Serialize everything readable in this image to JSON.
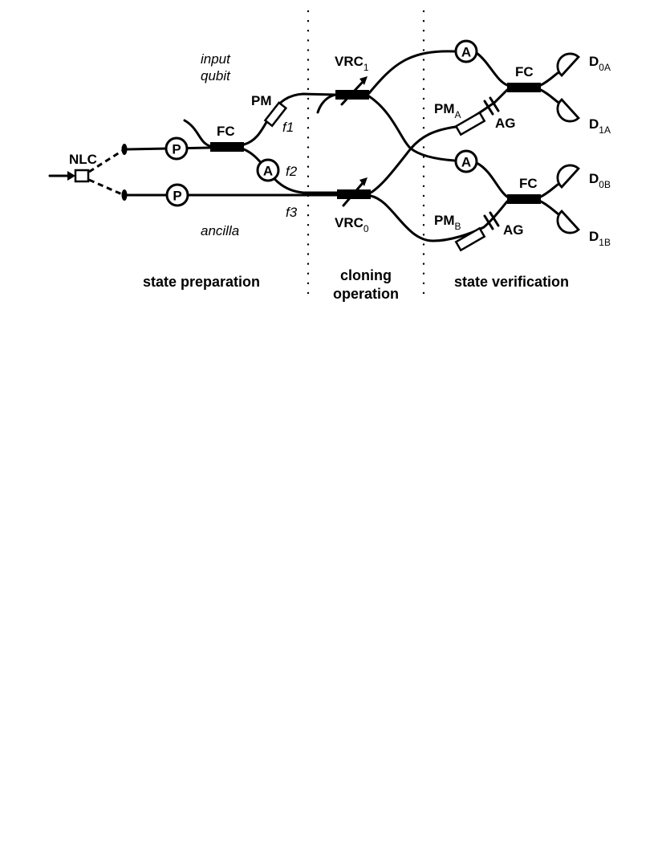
{
  "labels": {
    "nlc": "NLC",
    "fc_prep": "FC",
    "pm_prep": "PM",
    "vrc1": "VRC",
    "vrc1_sub": "1",
    "vrc0": "VRC",
    "vrc0_sub": "0",
    "pm_a": "PM",
    "pm_a_sub": "A",
    "pm_b": "PM",
    "pm_b_sub": "B",
    "ag_a": "AG",
    "ag_b": "AG",
    "fc_a": "FC",
    "fc_b": "FC",
    "d0a": "D",
    "d0a_sub": "0A",
    "d1a": "D",
    "d1a_sub": "1A",
    "d0b": "D",
    "d0b_sub": "0B",
    "d1b": "D",
    "d1b_sub": "1B",
    "f1": "f1",
    "f2": "f2",
    "f3": "f3",
    "input_qubit_line1": "input",
    "input_qubit_line2": "qubit",
    "ancilla": "ancilla",
    "circle_p": "P",
    "circle_a": "A"
  },
  "sections": {
    "state_preparation": "state preparation",
    "cloning_line1": "cloning",
    "cloning_line2": "operation",
    "state_verification": "state verification"
  }
}
